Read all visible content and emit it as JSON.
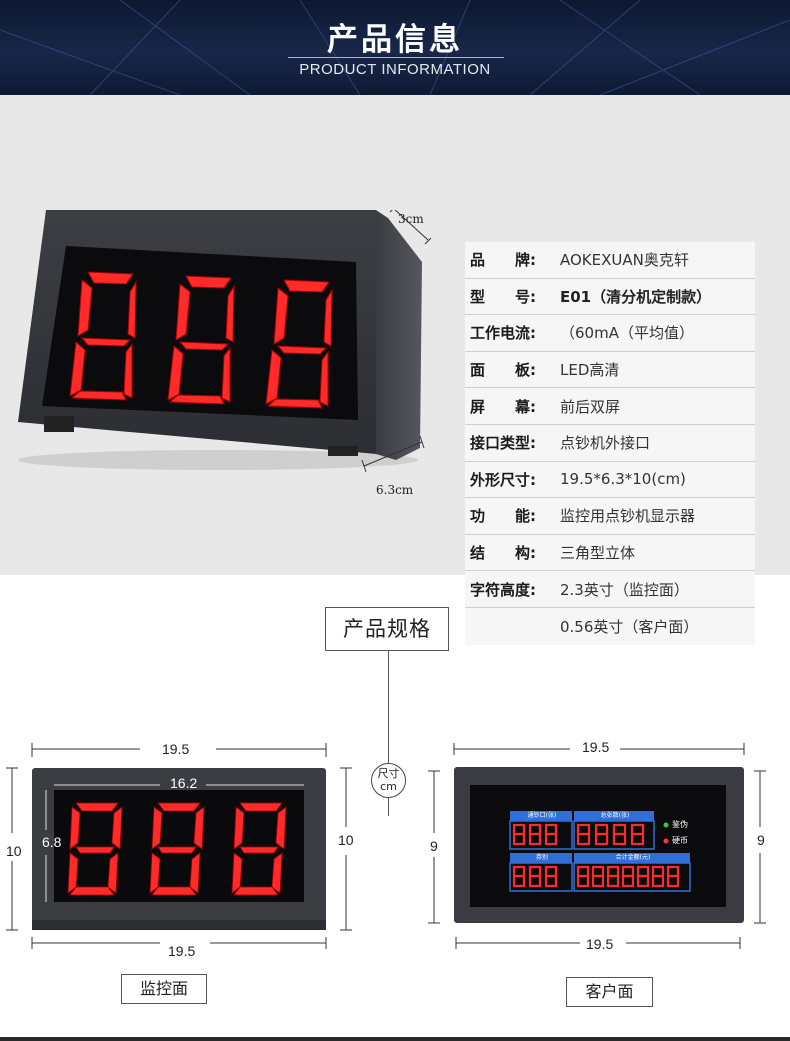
{
  "header": {
    "title": "产品信息",
    "subtitle": "PRODUCT INFORMATION"
  },
  "product_info": {
    "device_dims": {
      "depth": "3cm",
      "height": "6.3cm"
    },
    "specs": [
      {
        "label": "品　　牌:",
        "value": "AOKEXUAN奥克轩",
        "bold": false
      },
      {
        "label": "型　　号:",
        "value": "E01（清分机定制款）",
        "bold": true
      },
      {
        "label": "工作电流:",
        "value": "（60mA（平均值）",
        "bold": false
      },
      {
        "label": "面　　板:",
        "value": "LED高清",
        "bold": false
      },
      {
        "label": "屏　　幕:",
        "value": "前后双屏",
        "bold": false
      },
      {
        "label": "接口类型:",
        "value": "点钞机外接口",
        "bold": false
      },
      {
        "label": "外形尺寸:",
        "value": "19.5*6.3*10(cm)",
        "bold": false
      },
      {
        "label": "功　　能:",
        "value": "监控用点钞机显示器",
        "bold": false
      },
      {
        "label": "结　　构:",
        "value": "三角型立体",
        "bold": false
      },
      {
        "label": "字符高度:",
        "value": "2.3英寸（监控面）",
        "bold": false
      },
      {
        "label": "",
        "value": "0.56英寸（客户面）",
        "bold": false
      }
    ]
  },
  "specifications": {
    "heading": "产品规格",
    "unit_line1": "尺寸",
    "unit_line2": "cm",
    "monitor_face": {
      "caption": "监控面",
      "top_width": "19.5",
      "inner_width": "16.2",
      "inner_height": "6.8",
      "left_height": "10",
      "right_height": "10",
      "bottom_width": "19.5"
    },
    "customer_face": {
      "caption": "客户面",
      "top_width": "19.5",
      "left_height": "9",
      "right_height": "9",
      "bottom_width": "19.5",
      "label_counter": "通钞口(张)",
      "label_total_count": "总张数(张)",
      "label_denomination": "券别",
      "label_total_amount": "合计金额(元)",
      "indicator_counterfeit": "鉴伪",
      "indicator_coin": "硬币"
    }
  },
  "colors": {
    "banner_bg": "#18274a",
    "info_bg": "#e8e8e8",
    "led_red": "#ff2222",
    "panel_blue": "#2f6fd6"
  }
}
